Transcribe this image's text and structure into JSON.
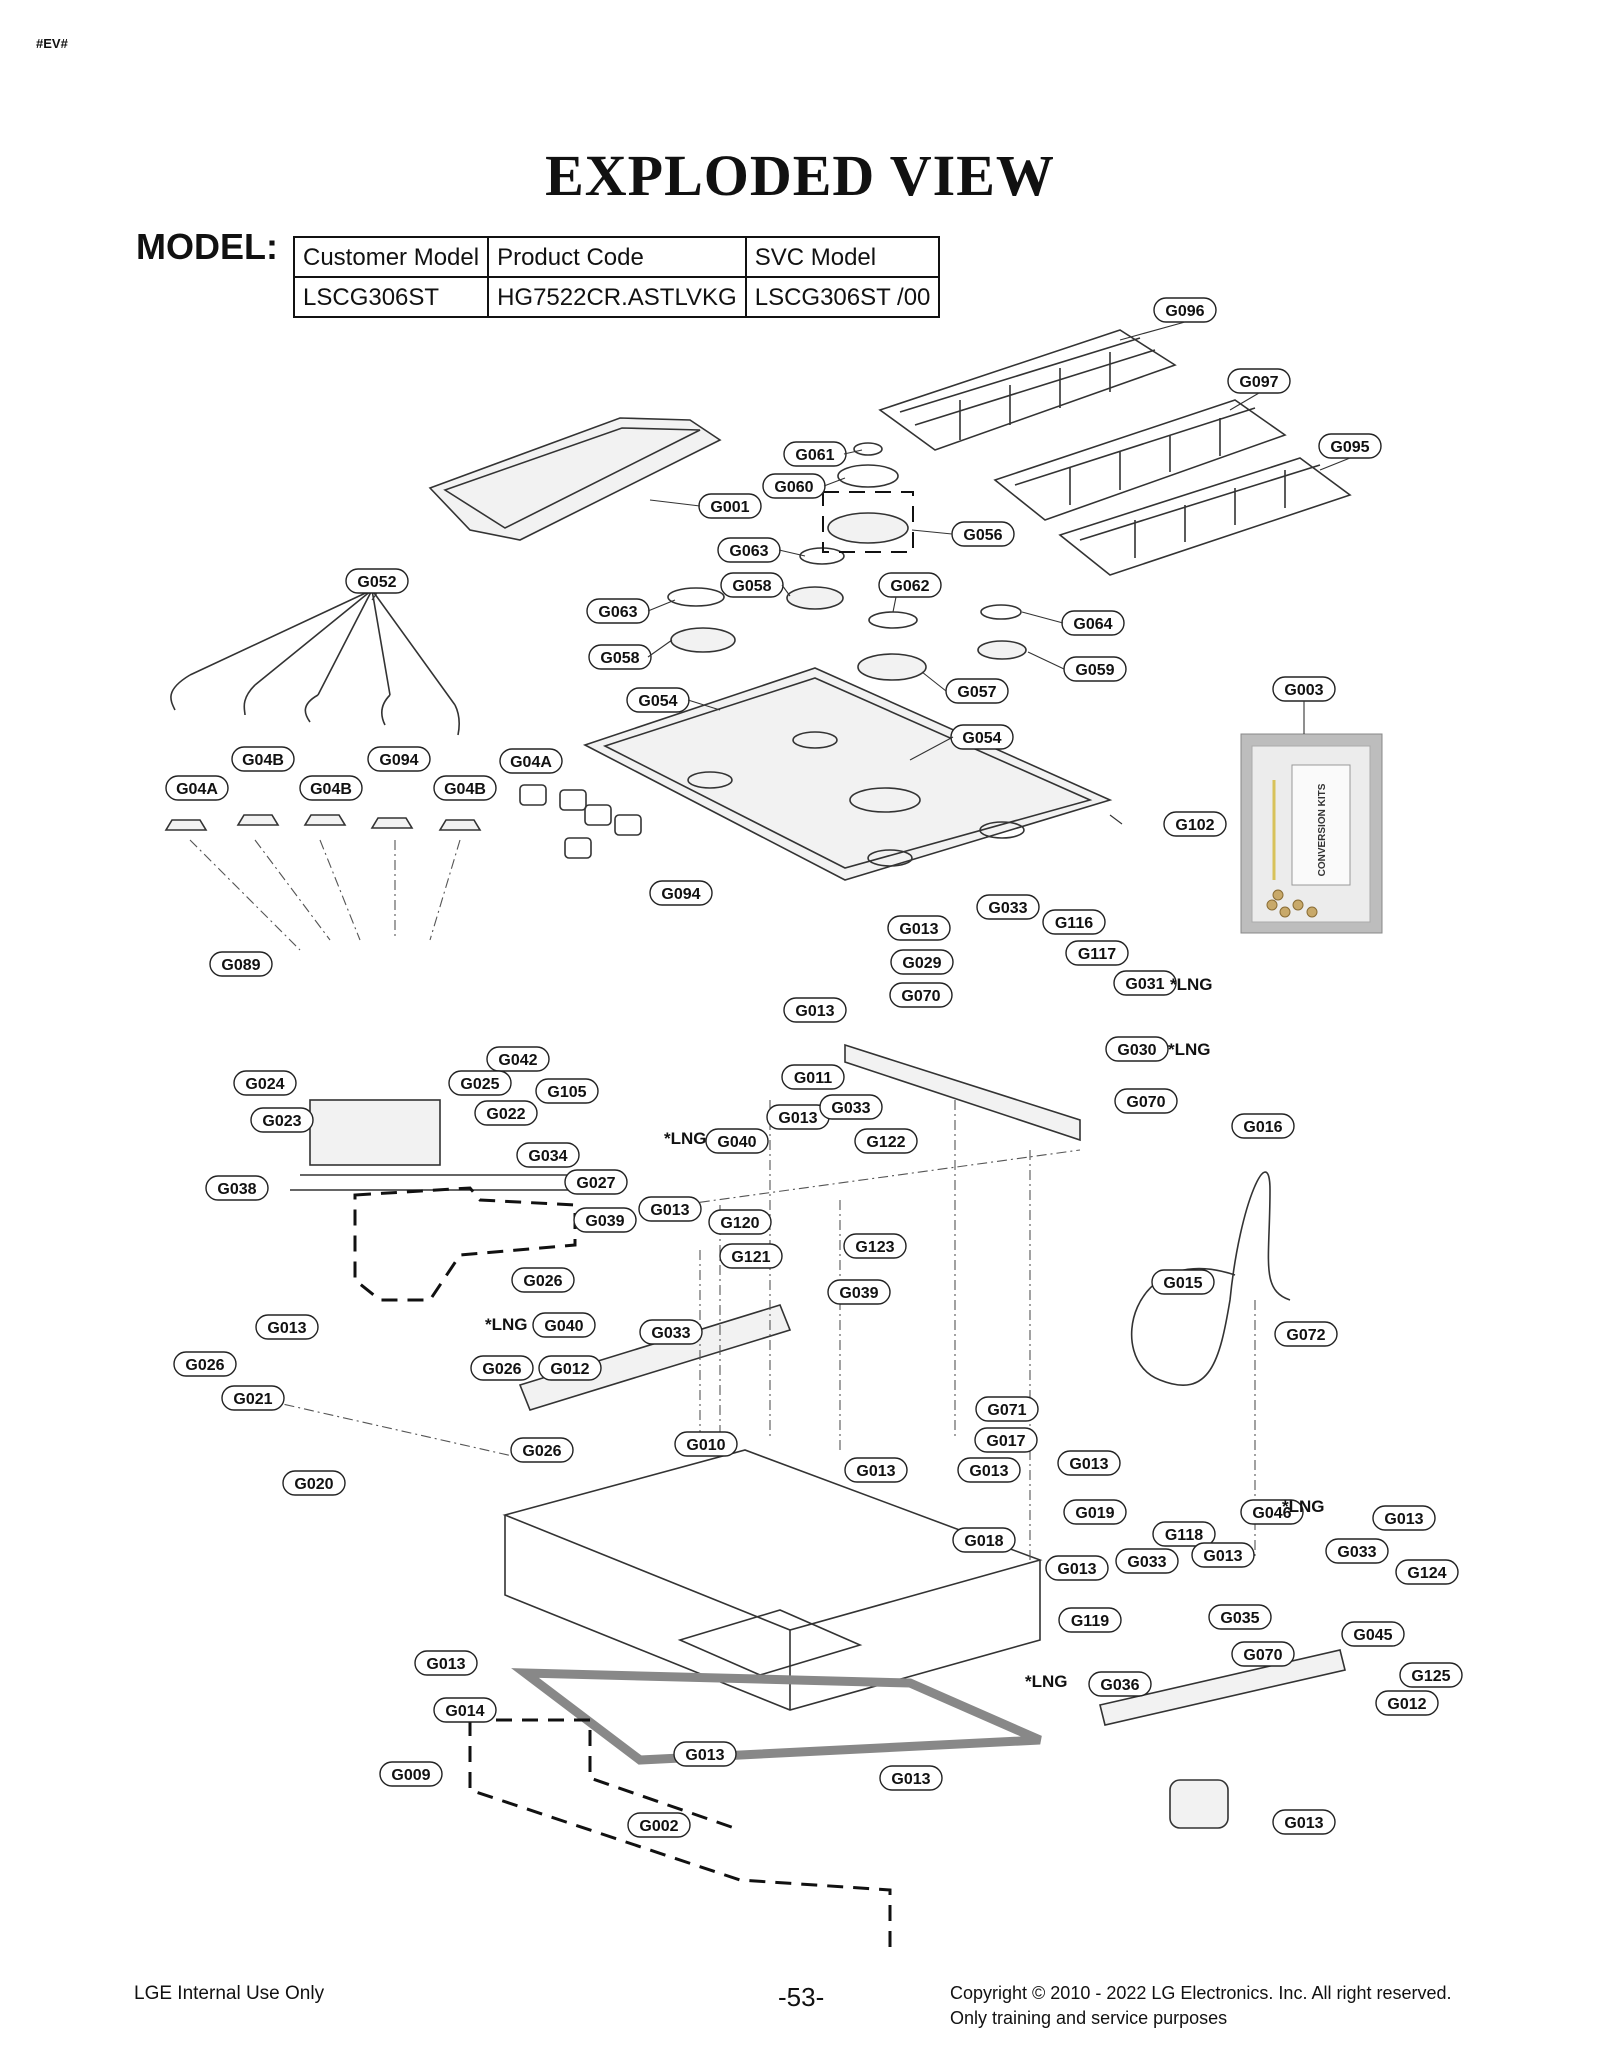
{
  "header_tag": "#EV#",
  "title": "EXPLODED VIEW",
  "model": {
    "label": "MODEL:",
    "headers": [
      "Customer Model",
      "Product Code",
      "SVC Model"
    ],
    "row": [
      "LSCG306ST",
      "HG7522CR.ASTLVKG",
      "LSCG306ST /00"
    ]
  },
  "callouts": [
    "G096",
    "G097",
    "G095",
    "G061",
    "G060",
    "G001",
    "G056",
    "G063",
    "G058",
    "G062",
    "G052",
    "G063",
    "G058",
    "G064",
    "G059",
    "G057",
    "G003",
    "G054",
    "G054",
    "G04B",
    "G04A",
    "G094",
    "G04A",
    "G04B",
    "G04B",
    "G102",
    "G094",
    "G013",
    "G033",
    "G116",
    "G029",
    "G117",
    "G089",
    "G031",
    "G070",
    "G013",
    "G030",
    "G042",
    "G011",
    "G070",
    "G024",
    "G025",
    "G105",
    "G023",
    "G022",
    "G013",
    "G033",
    "G016",
    "G040",
    "G122",
    "G034",
    "G038",
    "G027",
    "G039",
    "G013",
    "G120",
    "G123",
    "G121",
    "G026",
    "G015",
    "G039",
    "G013",
    "G040",
    "G033",
    "G072",
    "G026",
    "G026",
    "G012",
    "G021",
    "G071",
    "G010",
    "G017",
    "G026",
    "G013",
    "G013",
    "G013",
    "G020",
    "G046",
    "G013",
    "G019",
    "G018",
    "G118",
    "G033",
    "G013",
    "G013",
    "G033",
    "G124",
    "G119",
    "G035",
    "G045",
    "G013",
    "G070",
    "G125",
    "G036",
    "G014",
    "G012",
    "G013",
    "G009",
    "G013",
    "G002",
    "G013"
  ],
  "lng_tags": [
    "*LNG",
    "*LNG",
    "*LNG",
    "*LNG",
    "*LNG",
    "*LNG"
  ],
  "kit_text": "CONVERSION KITS",
  "footer": {
    "left": "LGE Internal Use Only",
    "page": "-53-",
    "copyright": "Copyright © 2010 - 2022 LG Electronics. Inc. All right reserved.",
    "purpose": "Only training and service purposes"
  }
}
